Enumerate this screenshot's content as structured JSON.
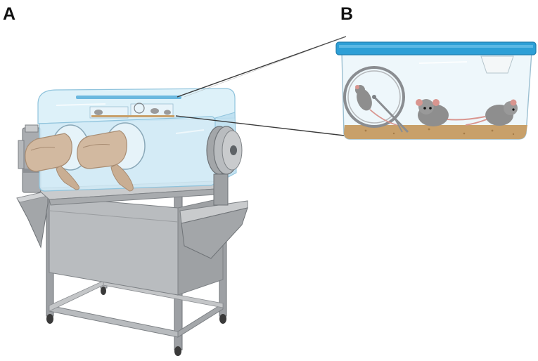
{
  "panels": {
    "a": {
      "label": "A"
    },
    "b": {
      "label": "B"
    }
  },
  "colors": {
    "glass": "#cfe9f5",
    "glass_edge": "#8fc3dc",
    "steel": "#a9acb0",
    "steel_dark": "#7d8185",
    "steel_light": "#d4d6d8",
    "glove": "#d2b9a0",
    "glove_dark": "#a88c72",
    "lid": "#2d9fd6",
    "lid_dark": "#1f7fb0",
    "bedding": "#c8a06a",
    "mouse": "#8e8e8e",
    "mouse_tail": "#d9958f"
  },
  "icons": [
    "isolator-glovebox-illustration",
    "mouse-cage-illustration",
    "mouse-icon",
    "running-wheel-icon"
  ]
}
